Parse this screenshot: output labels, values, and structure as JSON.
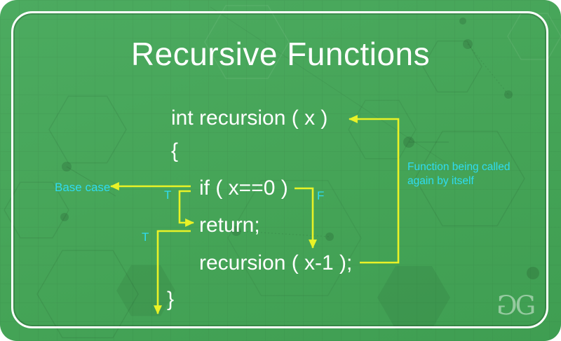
{
  "title": "Recursive Functions",
  "code": {
    "lines": [
      "int recursion ( x )",
      "{",
      "if ( x==0 )",
      "return;",
      "recursion ( x-1 );",
      "}"
    ]
  },
  "annotations": {
    "base_case": "Base case",
    "true_upper": "T",
    "true_lower": "T",
    "false_label": "F",
    "recursion_note": "Function being called again by itself"
  },
  "logo": {
    "glyph_left": "G",
    "glyph_right": "G"
  },
  "colors": {
    "background_green": "#45a457",
    "arrow_yellow": "#e9f227",
    "label_cyan": "#2fdcf1",
    "code_text": "#ffffff",
    "frame_border": "#ffffff"
  }
}
